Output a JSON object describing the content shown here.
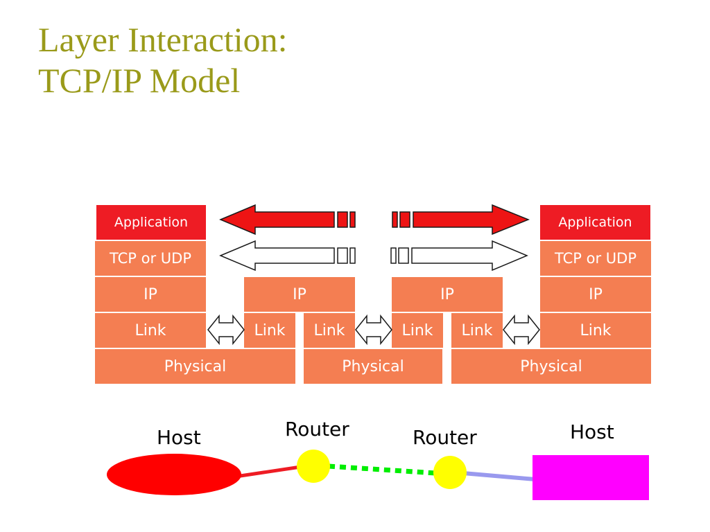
{
  "title": {
    "line1": "Layer Interaction:",
    "line2": "TCP/IP Model"
  },
  "left_stack": {
    "application": "Application",
    "transport": "TCP or UDP",
    "network": "IP",
    "link": "Link",
    "physical": "Physical"
  },
  "router1_stack": {
    "network": "IP",
    "link_left": "Link",
    "link_right": "Link"
  },
  "router2_stack": {
    "network": "IP",
    "link_left": "Link",
    "link_right": "Link"
  },
  "right_stack": {
    "application": "Application",
    "transport": "TCP or UDP",
    "network": "IP",
    "link": "Link"
  },
  "physical_segments": [
    "Physical",
    "Physical",
    "Physical"
  ],
  "topology": {
    "left_host": "Host",
    "router1": "Router",
    "router2": "Router",
    "right_host": "Host"
  },
  "colors": {
    "title": "#9a9a1a",
    "layer_fill": "#f47e52",
    "application_fill": "#ee1c24",
    "host_left": "#ff0000",
    "router": "#ffff00",
    "host_right": "#ff00ff",
    "link_left": "#ee1c24",
    "link_middle": "#00ee00",
    "link_right": "#9999ee"
  }
}
